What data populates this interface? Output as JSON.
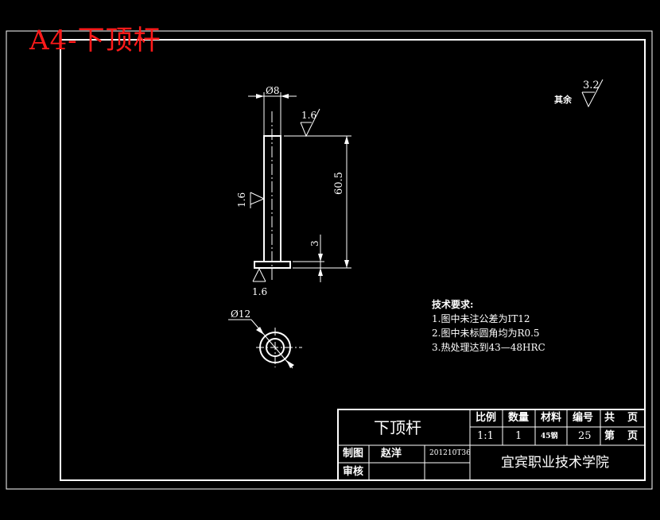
{
  "sheet_label": "A4-下顶杆",
  "dimensions": {
    "shaft_dia": "Ø8",
    "head_dia": "Ø12",
    "length": "60.5",
    "head_thk": "3"
  },
  "roughness": {
    "top": "1.6",
    "side": "1.6",
    "bottom": "1.6",
    "rest_label": "其余",
    "rest_value": "3.2"
  },
  "notes": {
    "title": "技术要求:",
    "items": [
      "1.图中未注公差为IT12",
      "2.图中未标圆角均为R0.5",
      "3.热处理达到43—48HRC"
    ]
  },
  "title_block": {
    "part_name": "下顶杆",
    "scale_label": "比例",
    "qty_label": "数量",
    "material_label": "材料",
    "number_label": "编号",
    "total_label": "共",
    "sheet_label": "第",
    "page_label_1": "页",
    "page_label_2": "页",
    "scale_value": "1:1",
    "qty_value": "1",
    "material_value": "45钢",
    "number_value": "25",
    "drawn_label": "制图",
    "drawn_by": "赵洋",
    "student_id": "201210T36",
    "checked_label": "审核",
    "school": "宜宾职业技术学院"
  }
}
